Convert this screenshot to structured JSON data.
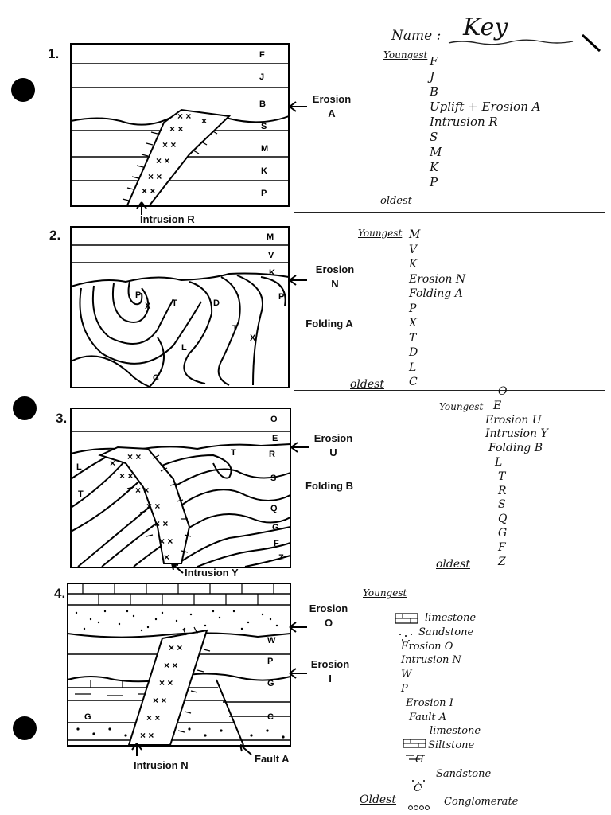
{
  "header": {
    "name_label": "Name :",
    "name_value": "Key"
  },
  "problems": [
    {
      "number": "1.",
      "layer_labels": [
        "F",
        "J",
        "B",
        "S",
        "M",
        "K",
        "P"
      ],
      "annotations": {
        "erosion": "Erosion",
        "erosion_letter": "A",
        "intrusion": "Intrusion R"
      },
      "key_header": "Youngest",
      "key": [
        "F",
        "J",
        "B",
        "Uplift + Erosion A",
        "Intrusion R",
        "S",
        "M",
        "K",
        "P"
      ],
      "oldest_label": "oldest"
    },
    {
      "number": "2.",
      "layer_labels": [
        "M",
        "V",
        "K",
        "P",
        "X",
        "T",
        "D",
        "T",
        "X",
        "L",
        "C",
        "P"
      ],
      "annotations": {
        "erosion": "Erosion",
        "erosion_letter": "N",
        "folding": "Folding A"
      },
      "key_header": "Youngest",
      "key": [
        "M",
        "V",
        "K",
        "Erosion N",
        "Folding A",
        "P",
        "X",
        "T",
        "D",
        "L",
        "C"
      ],
      "oldest_label": "oldest"
    },
    {
      "number": "3.",
      "layer_labels": [
        "O",
        "E",
        "R",
        "T",
        "S",
        "Q",
        "G",
        "F",
        "Z",
        "L",
        "T"
      ],
      "annotations": {
        "erosion": "Erosion",
        "erosion_letter": "U",
        "folding": "Folding B",
        "intrusion": "Intrusion Y"
      },
      "key_header": "Youngest",
      "key": [
        "O",
        "E",
        "Erosion U",
        "Intrusion Y",
        "Folding B",
        "L",
        "T",
        "R",
        "S",
        "Q",
        "G",
        "F",
        "Z"
      ],
      "oldest_label": "oldest"
    },
    {
      "number": "4.",
      "layer_labels": [
        "W",
        "P",
        "G",
        "G",
        "C"
      ],
      "annotations": {
        "erosion_top": "Erosion",
        "erosion_top_letter": "O",
        "erosion_mid": "Erosion",
        "erosion_mid_letter": "I",
        "intrusion": "Intrusion N",
        "fault": "Fault A"
      },
      "key_header": "Youngest",
      "key": [
        "limestone",
        "Sandstone",
        "Erosion O",
        "Intrusion N",
        "W",
        "P",
        "Erosion I",
        "Fault A",
        "limestone",
        "Siltstone",
        "G",
        "Sandstone",
        "C",
        "Conglomerate"
      ],
      "oldest_label": "Oldest"
    }
  ]
}
